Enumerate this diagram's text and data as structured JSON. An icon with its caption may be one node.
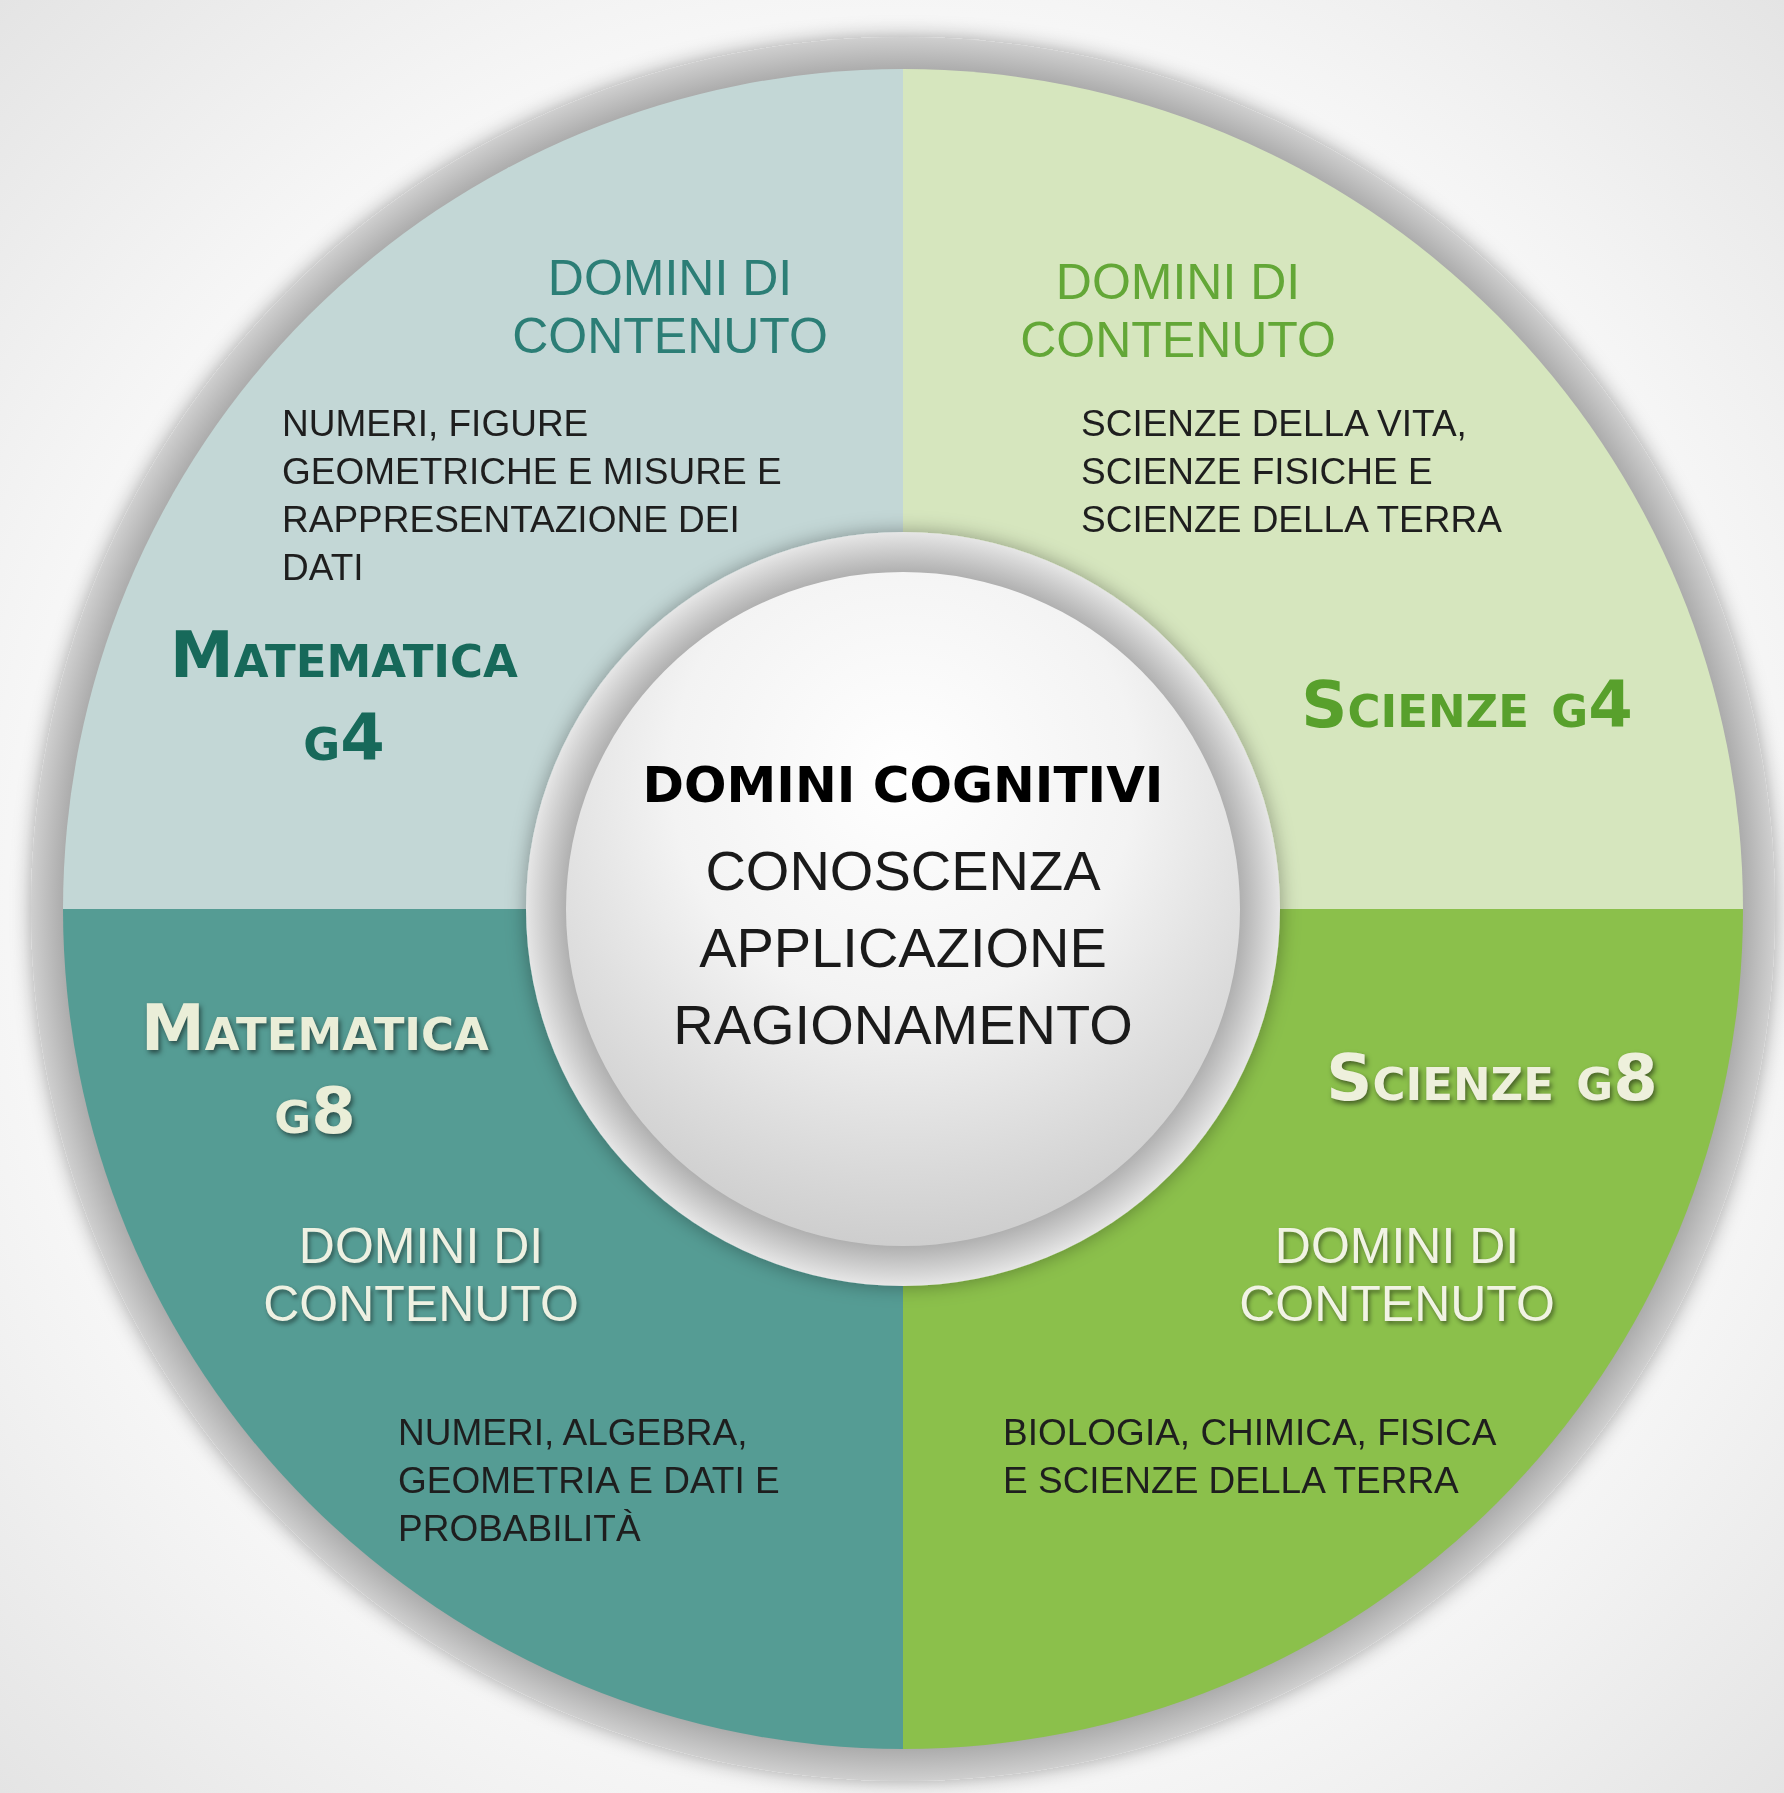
{
  "diagram": {
    "nodes": [
      {
        "text": [
          "DOMINI DI CONTENUTO",
          "NUMERI, FIGURE GEOMETRICHE E MISURE E RAPPRESENTAZIONE DEI DATI",
          "Matematica g4"
        ]
      },
      {
        "text": [
          "DOMINI DI CONTENUTO",
          "SCIENZE DELLA VITA, SCIENZE FISICHE E SCIENZE DELLA TERRA",
          "Scienze g4"
        ]
      },
      {
        "text": [
          "Matematica g8",
          "DOMINI DI CONTENUTO",
          "NUMERI, ALGEBRA, GEOMETRIA E DATI E PROBABILITÀ"
        ]
      },
      {
        "text": [
          "Scienze g8",
          "DOMINI DI CONTENUTO",
          "BIOLOGIA, CHIMICA, FISICA E SCIENZE DELLA TERRA"
        ]
      },
      {
        "text": [
          "DOMINI COGNITIVI",
          "CONOSCENZA",
          "APPLICAZIONE",
          "RAGIONAMENTO"
        ]
      }
    ]
  }
}
